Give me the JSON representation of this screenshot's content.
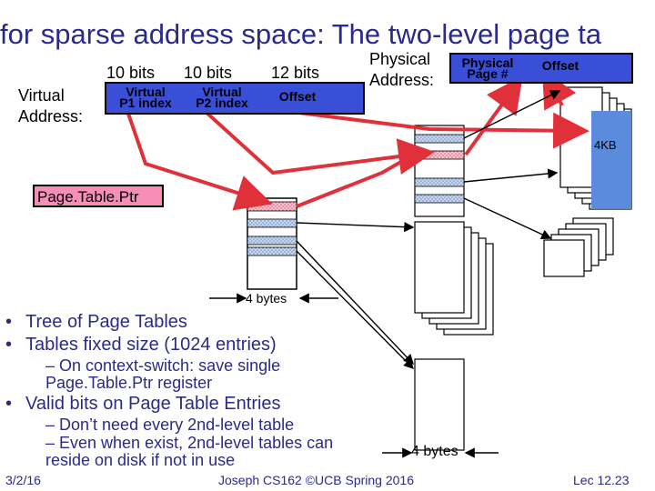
{
  "title": "for sparse address space: The two-level page ta",
  "virtual_address": {
    "label_line1": "Virtual",
    "label_line2": "Address:",
    "bits": [
      "10 bits",
      "10 bits",
      "12 bits"
    ],
    "fields": [
      {
        "line1": "Virtual",
        "line2": "P1 index"
      },
      {
        "line1": "Virtual",
        "line2": "P2 index"
      },
      {
        "line1": "Offset",
        "line2": ""
      }
    ]
  },
  "physical_address": {
    "label_line1": "Physical",
    "label_line2": "Address:",
    "fields": [
      {
        "line1": "Physical",
        "line2": "Page #"
      },
      {
        "line1": "Offset",
        "line2": ""
      }
    ]
  },
  "page_table_ptr": "Page.Table.Ptr",
  "page_size_label": "4KB",
  "entry_size_label_left": "4 bytes",
  "entry_size_label_right": "4 bytes",
  "bullets": [
    {
      "level": 1,
      "text": "Tree of Page Tables"
    },
    {
      "level": 1,
      "text": "Tables fixed size (1024 entries)"
    },
    {
      "level": 2,
      "text": "– On context-switch: save single Page.Table.Ptr register"
    },
    {
      "level": 1,
      "text": "Valid bits on Page Table Entries"
    },
    {
      "level": 2,
      "text": "– Don’t need every 2nd-level table"
    },
    {
      "level": 2,
      "text": "– Even when exist, 2nd-level tables can reside on disk if not in use"
    }
  ],
  "footer": {
    "date": "3/2/16",
    "credit": "Joseph CS162 ©UCB Spring 2016",
    "slide": "Lec 12.23"
  },
  "colors": {
    "title": "#2a2a8a",
    "field_fill": "#3a4fd8",
    "pointer_fill": "#f58fb8",
    "arrow": "#e0303a",
    "page_fill": "#5b8bdc"
  }
}
